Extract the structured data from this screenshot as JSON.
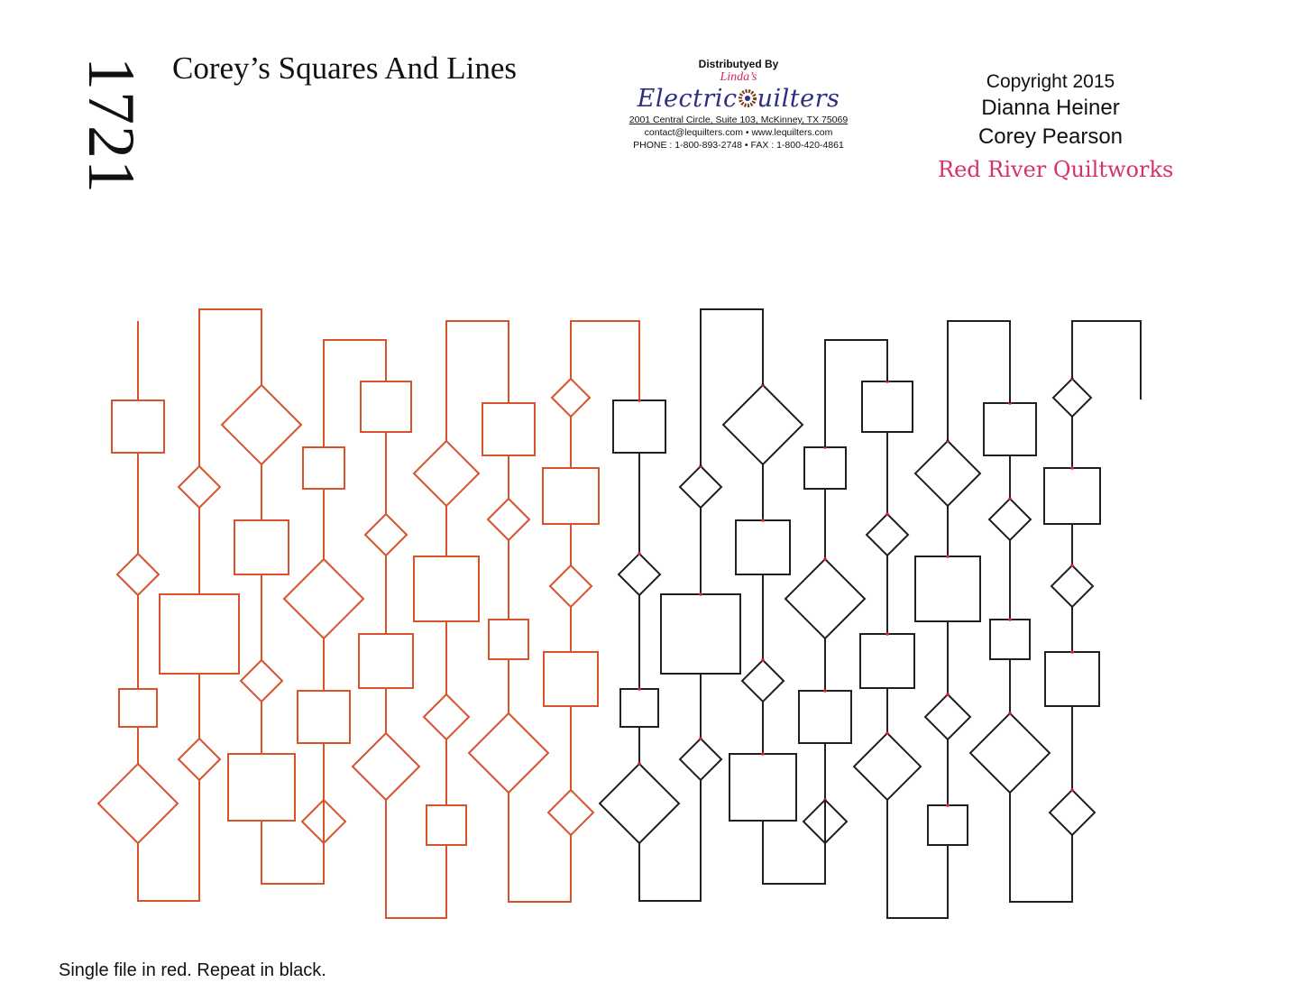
{
  "pattern_number": "1721",
  "title": "Corey’s Squares And Lines",
  "distributor": {
    "label": "Distributyed By",
    "brand_small": "Linda’s",
    "brand_part1": "Electric",
    "brand_part2": "uilters",
    "address": "2001 Central Circle, Suite 103, McKinney, TX 75069",
    "contact": "contact@lequilters.com • www.lequilters.com",
    "phone": "PHONE : 1-800-893-2748 • FAX : 1-800-420-4861"
  },
  "credits": {
    "copyright": "Copyright 2015",
    "author1": "Dianna Heiner",
    "author2": "Corey Pearson",
    "company": "Red River Quiltworks"
  },
  "footer_note": "Single file in red. Repeat in black.",
  "colors": {
    "red_pass": "#d9522a",
    "black_pass": "#1f1f1f",
    "join_marker": "#d8262e",
    "brand_blue": "#2d2e7f",
    "brand_pink": "#d6306e"
  }
}
